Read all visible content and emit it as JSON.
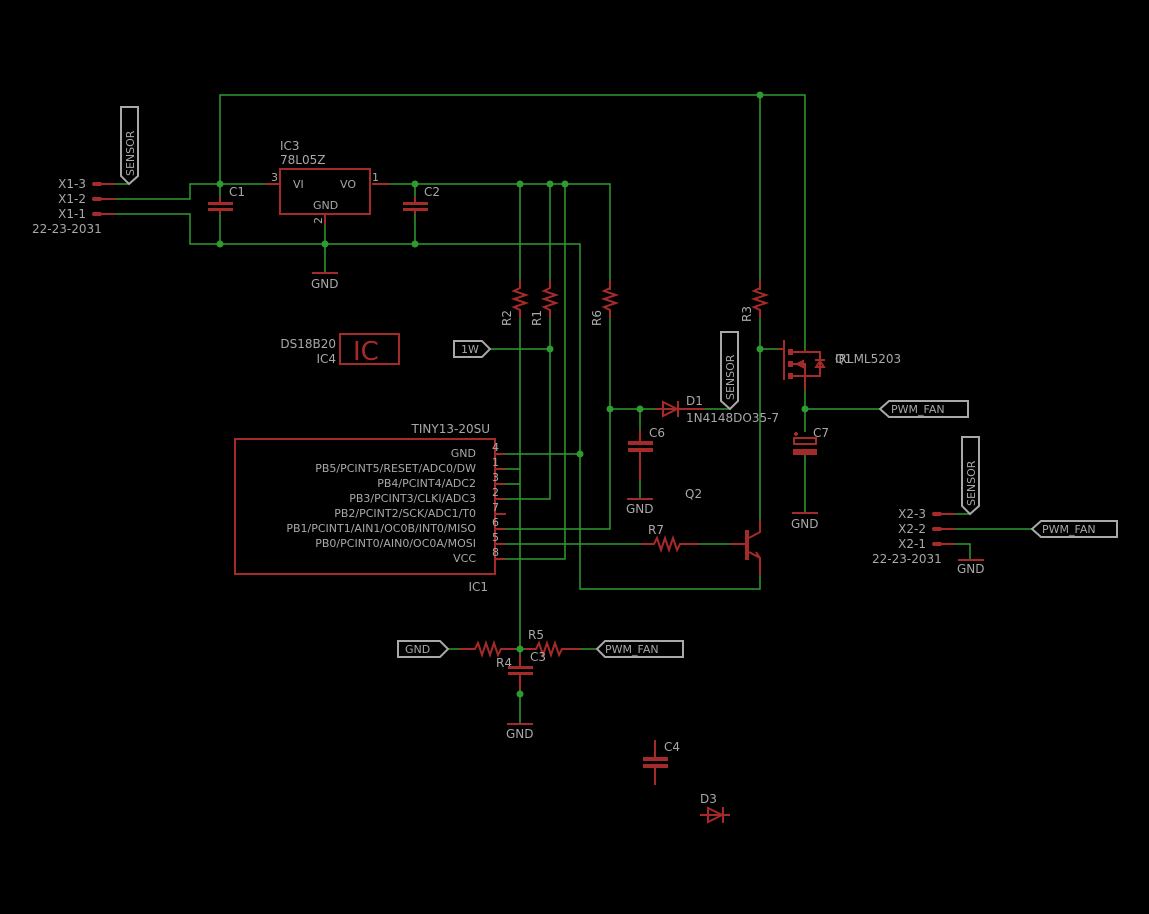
{
  "schematic": {
    "title": "Fan PWM controller schematic",
    "connectors": {
      "X1": {
        "pins": [
          "X1-3",
          "X1-2",
          "X1-1"
        ],
        "part": "22-23-2031"
      },
      "X2": {
        "pins": [
          "X2-3",
          "X2-2",
          "X2-1"
        ],
        "part": "22-23-2031"
      }
    },
    "ic3": {
      "name": "IC3",
      "value": "78L05Z",
      "pin_vi": "VI",
      "pin_vo": "VO",
      "pin_gnd": "GND",
      "pin1": "1",
      "pin2": "2",
      "pin3": "3"
    },
    "ic4": {
      "name": "IC4",
      "value": "DS18B20",
      "symbol": "IC"
    },
    "ic1": {
      "name": "IC1",
      "value": "TINY13-20SU",
      "pins": [
        {
          "num": "4",
          "label": "GND"
        },
        {
          "num": "1",
          "label": "PB5/PCINT5/RESET/ADC0/DW"
        },
        {
          "num": "3",
          "label": "PB4/PCINT4/ADC2"
        },
        {
          "num": "2",
          "label": "PB3/PCINT3/CLKI/ADC3"
        },
        {
          "num": "7",
          "label": "PB2/PCINT2/SCK/ADC1/T0"
        },
        {
          "num": "6",
          "label": "PB1/PCINT1/AIN1/OC0B/INT0/MISO"
        },
        {
          "num": "5",
          "label": "PB0/PCINT0/AIN0/OC0A/MOSI"
        },
        {
          "num": "8",
          "label": "VCC"
        }
      ]
    },
    "q1": {
      "name": "Q1",
      "value": "IRLML5203"
    },
    "q2": {
      "name": "Q2"
    },
    "d1": {
      "name": "D1",
      "value": "1N4148DO35-7"
    },
    "d3": {
      "name": "D3"
    },
    "resistors": {
      "r1": "R1",
      "r2": "R2",
      "r3": "R3",
      "r4": "R4",
      "r5": "R5",
      "r6": "R6",
      "r7": "R7"
    },
    "capacitors": {
      "c1": "C1",
      "c2": "C2",
      "c3": "C3",
      "c4": "C4",
      "c6": "C6",
      "c7": "C7"
    },
    "net_labels": {
      "sensor": "SENSOR",
      "pwm_fan": "PWM_FAN",
      "onewire": "1W",
      "gnd": "GND"
    }
  }
}
